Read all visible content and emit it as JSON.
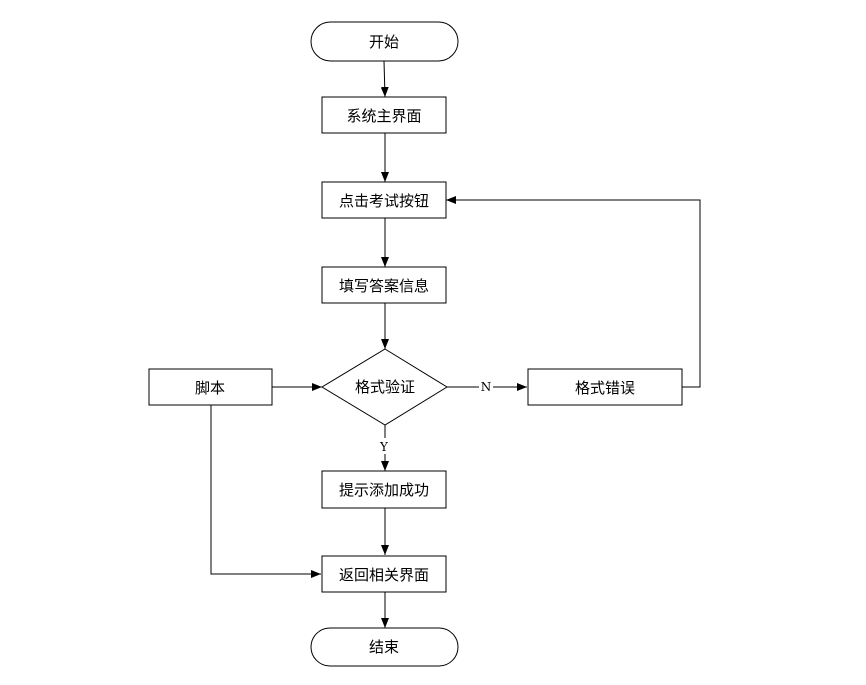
{
  "nodes": {
    "start": "开始",
    "main_screen": "系统主界面",
    "click_exam": "点击考试按钮",
    "fill_answers": "填写答案信息",
    "format_check": "格式验证",
    "format_error": "格式错误",
    "script": "脚本",
    "add_success": "提示添加成功",
    "return_screen": "返回相关界面",
    "end": "结束"
  },
  "edges": {
    "no_label": "N",
    "yes_label": "Y"
  }
}
